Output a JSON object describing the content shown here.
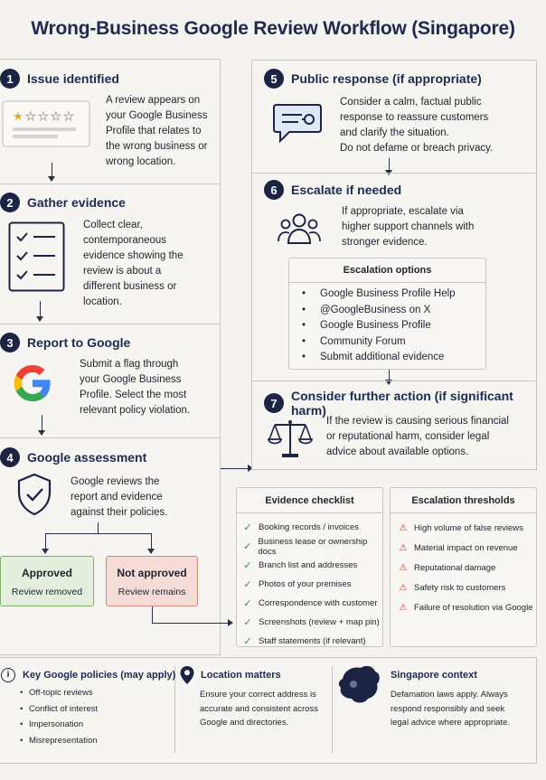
{
  "title": "Wrong-Business Google Review Workflow (Singapore)",
  "steps": [
    {
      "num": "1",
      "title": "Issue identified",
      "text": "A review appears on your Google Business Profile that relates to the wrong business or wrong location."
    },
    {
      "num": "2",
      "title": "Gather evidence",
      "text": "Collect clear, contemporaneous evidence showing the review is about a different business or location."
    },
    {
      "num": "3",
      "title": "Report to Google",
      "text": "Submit a flag through your Google Business Profile. Select the most relevant policy violation."
    },
    {
      "num": "4",
      "title": "Google assessment",
      "text": "Google reviews the report and evidence against their policies."
    },
    {
      "num": "5",
      "title": "Public response (if appropriate)",
      "text": "Consider a calm, factual public response to reassure customers and clarify the situation.",
      "text2": "Do not defame or breach privacy."
    },
    {
      "num": "6",
      "title": "Escalate if needed",
      "text": "If appropriate, escalate via higher support channels with stronger evidence."
    },
    {
      "num": "7",
      "title": "Consider further action (if significant harm)",
      "text": "If the review is causing serious financial or reputational harm, consider legal advice about available options."
    }
  ],
  "outcomes": {
    "approved": {
      "title": "Approved",
      "sub": "Review removed"
    },
    "not_approved": {
      "title": "Not approved",
      "sub": "Review remains"
    }
  },
  "escalation_options": {
    "title": "Escalation options",
    "items": [
      "Google Business Profile Help",
      "@GoogleBusiness on X",
      "Google Business Profile",
      "Community Forum",
      "Submit additional evidence"
    ]
  },
  "evidence_checklist": {
    "title": "Evidence checklist",
    "items": [
      "Booking records / invoices",
      "Business lease or ownership docs",
      "Branch list and addresses",
      "Photos of your premises",
      "Correspondence with customer",
      "Screenshots (review + map pin)",
      "Staff statements (if relevant)"
    ]
  },
  "escalation_thresholds": {
    "title": "Escalation thresholds",
    "items": [
      "High volume of false reviews",
      "Material impact on revenue",
      "Reputational damage",
      "Safety risk to customers",
      "Failure of resolution via Google"
    ]
  },
  "bottom": {
    "policies": {
      "title": "Key Google policies (may apply)",
      "items": [
        "Off-topic reviews",
        "Conflict of interest",
        "Impersonation",
        "Misrepresentation"
      ]
    },
    "location": {
      "title": "Location matters",
      "text": "Ensure your correct address is accurate and consistent across Google and directories."
    },
    "singapore": {
      "title": "Singapore context",
      "text": "Defamation laws apply. Always respond responsibly and seek legal advice where appropriate."
    }
  },
  "colors": {
    "navy": "#1c2446",
    "approved_bg": "#e3efdc",
    "approved_border": "#7fae6b",
    "rejected_bg": "#f6dcd6",
    "rejected_border": "#d98a7c",
    "check": "#3d8a3d",
    "warn": "#c0392b"
  }
}
